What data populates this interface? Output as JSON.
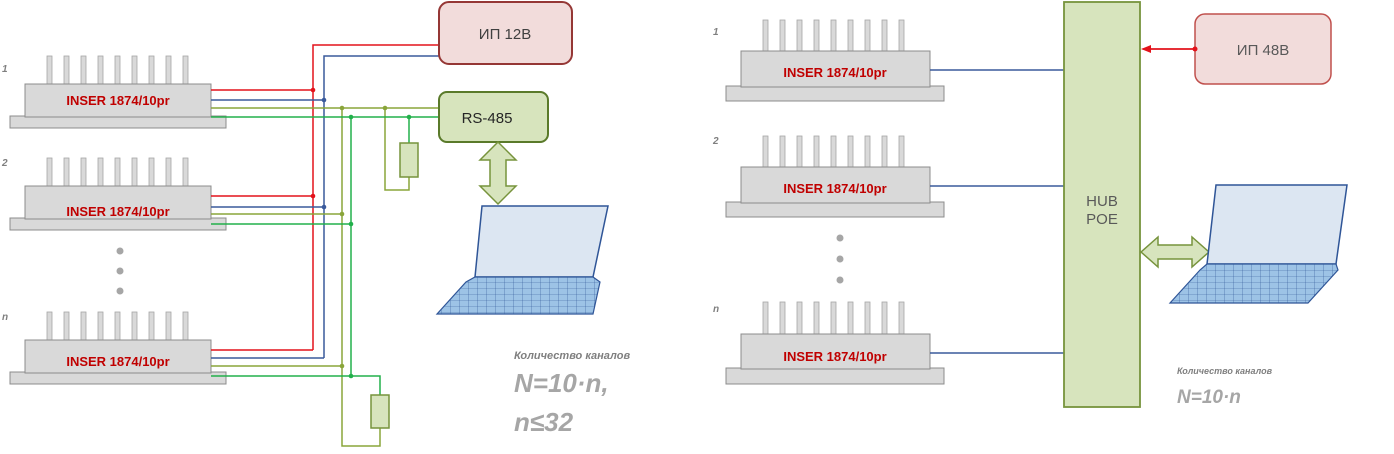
{
  "left": {
    "devices": [
      {
        "index": "1",
        "label": "INSER 1874/10pr"
      },
      {
        "index": "2",
        "label": "INSER 1874/10pr"
      },
      {
        "index": "n",
        "label": "INSER 1874/10pr"
      }
    ],
    "power_supply": "ИП 12В",
    "converter": "RS-485",
    "caption": "Количество каналов",
    "formula_line1": "N=10·n,",
    "formula_line2": "n≤32"
  },
  "right": {
    "devices": [
      {
        "index": "1",
        "label": "INSER 1874/10pr"
      },
      {
        "index": "2",
        "label": "INSER 1874/10pr"
      },
      {
        "index": "n",
        "label": "INSER 1874/10pr"
      }
    ],
    "hub_line1": "HUB",
    "hub_line2": "POE",
    "power_supply": "ИП 48В",
    "caption": "Количество каналов",
    "formula": "N=10·n"
  },
  "colors": {
    "device_fill": "#d9d9d9",
    "device_stroke": "#8c8c8c",
    "device_label": "#c00000",
    "power_fill": "#f2dcdb",
    "power_stroke": "#953735",
    "green_fill": "#d7e4bd",
    "green_stroke": "#77933c",
    "wire_red": "#e3121b",
    "wire_blue": "#3a5a9c",
    "wire_olive": "#8aa53a",
    "wire_green": "#22b04b",
    "laptop_fill": "#dce6f2",
    "laptop_stroke": "#2f5597"
  }
}
